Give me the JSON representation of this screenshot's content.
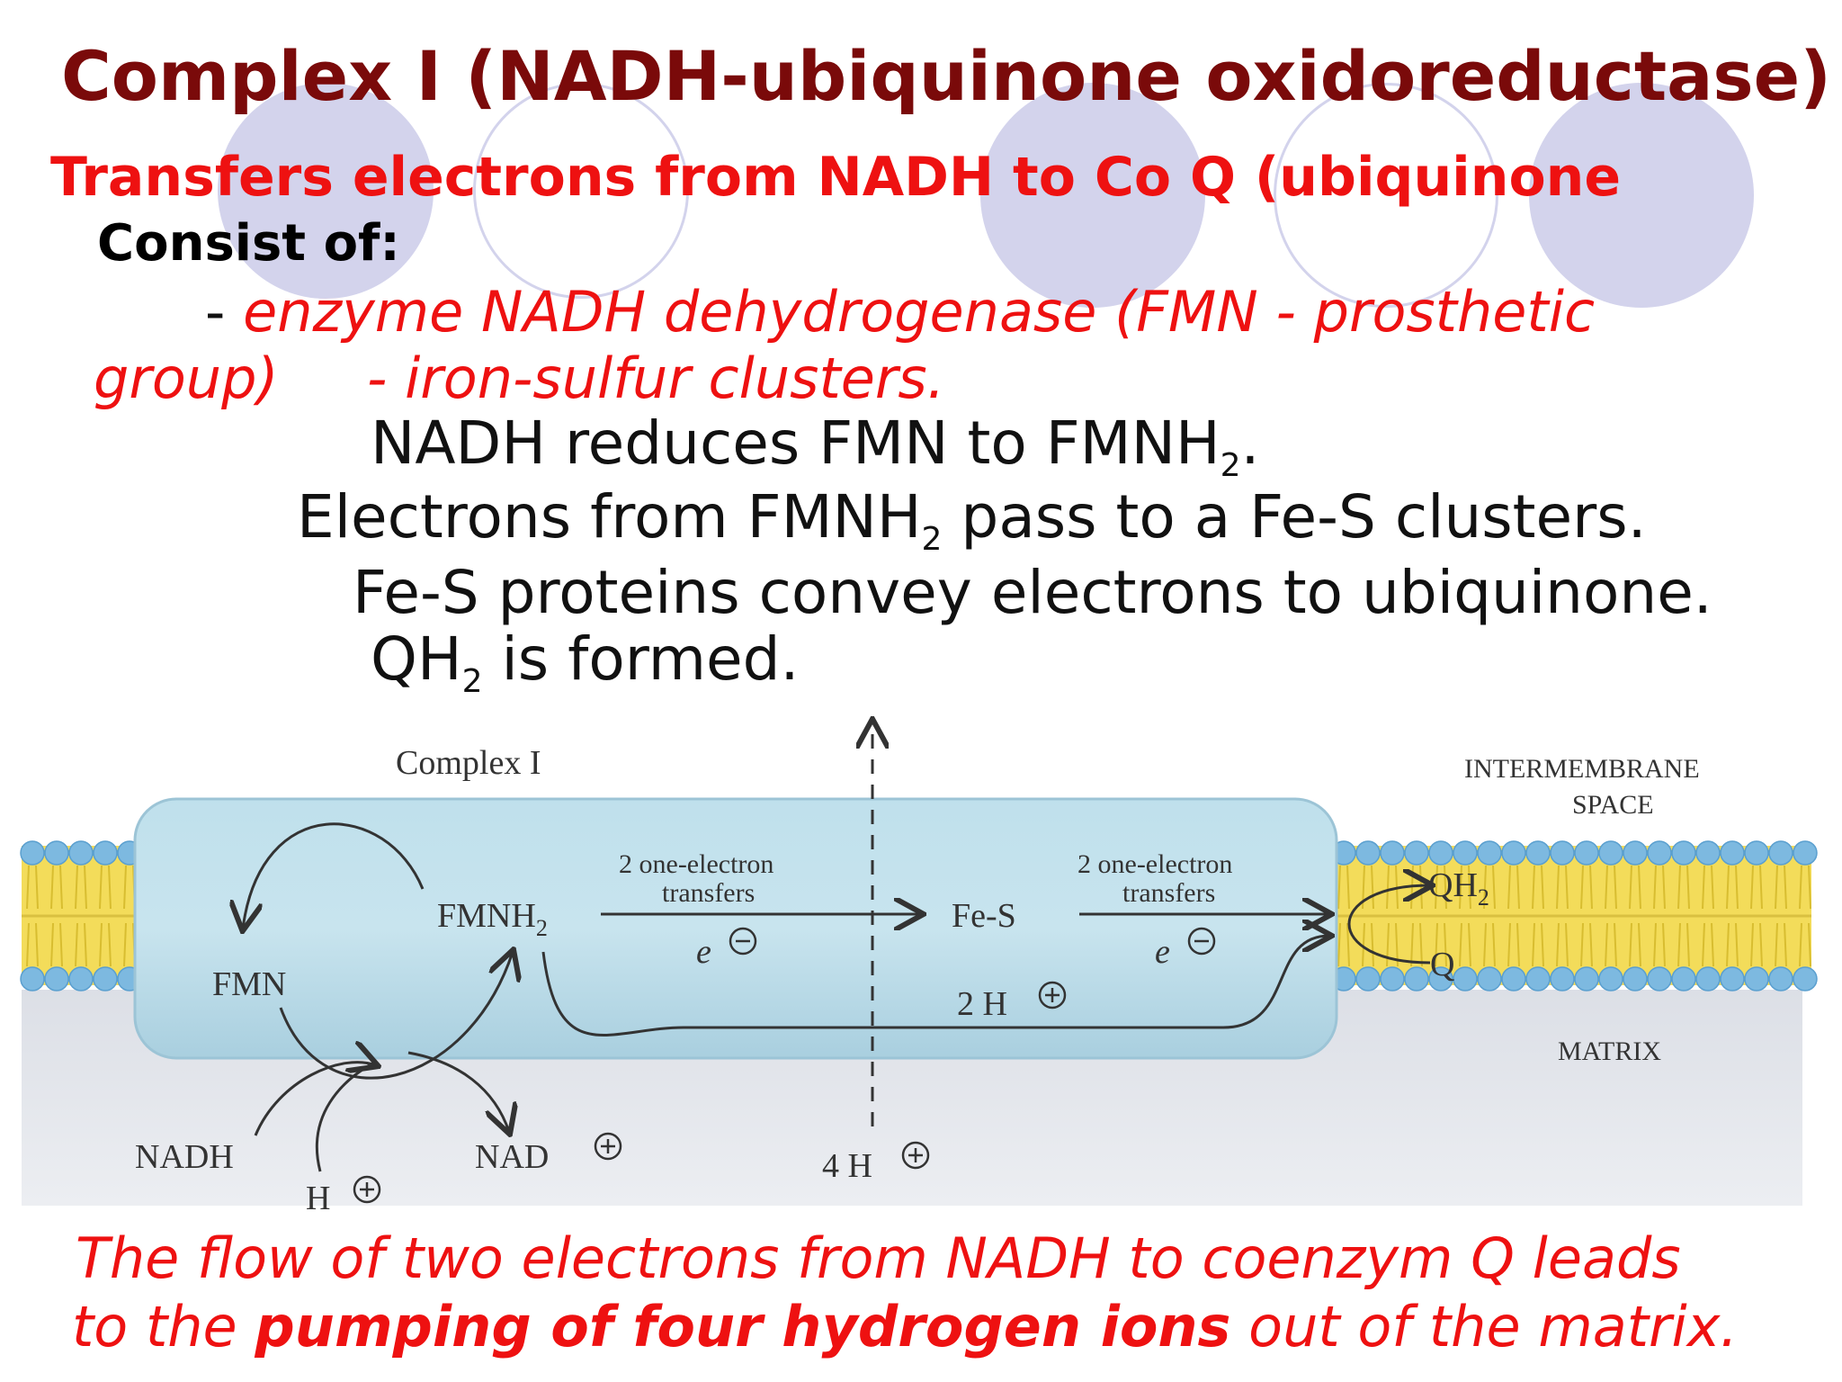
{
  "title": "Complex I (NADH-ubiquinone oxidoreductase)",
  "subtitle": "Transfers electrons from NADH to Co Q (ubiquinone",
  "consist_label": "Consist of:",
  "components": {
    "dash1": "- ",
    "item1_part1": "enzyme NADH dehydrogenase (FMN - prosthetic",
    "item1_part2": "group)",
    "item2": "- iron-sulfur clusters."
  },
  "steps": [
    {
      "pre": "NADH reduces FMN to FMNH",
      "sub": "2",
      "post": "."
    },
    {
      "pre": "Electrons from FMNH",
      "sub": "2",
      "post": " pass to a Fe-S clusters."
    },
    {
      "pre": "Fe-S proteins convey electrons to ubiquinone.",
      "sub": "",
      "post": ""
    },
    {
      "pre": "QH",
      "sub": "2",
      "post": " is formed."
    }
  ],
  "figure": {
    "complex_label": "Complex I",
    "intermembrane_label_1": "INTERMEMBRANE",
    "intermembrane_label_2": "SPACE",
    "matrix_label": "MATRIX",
    "fmnh2": "FMNH",
    "fmnh2_sub": "2",
    "fmn": "FMN",
    "fes": "Fe-S",
    "transfer_1a": "2 one-electron",
    "transfer_1b": "transfers",
    "transfer_2a": "2 one-electron",
    "transfer_2b": "transfers",
    "electron": "e",
    "qh2": "QH",
    "qh2_sub": "2",
    "q": "Q",
    "two_h": "2 H",
    "nadh": "NADH",
    "nad": "NAD",
    "h": "H",
    "four_h": "4 H"
  },
  "bottom": {
    "line1": "The flow of two electrons from NADH to coenzym Q leads",
    "line2_pre": "to the ",
    "line2_bold": "pumping of four hydrogen ions",
    "line2_post": " out of the matrix."
  },
  "colors": {
    "title": "#7a0a0a",
    "accent_red": "#ee1111",
    "membrane_yellow": "#f3dc5a",
    "lipid_head_blue": "#7db9e0",
    "complex_fill": "#bcdde9",
    "decor_circle": "#c9c9e6"
  }
}
